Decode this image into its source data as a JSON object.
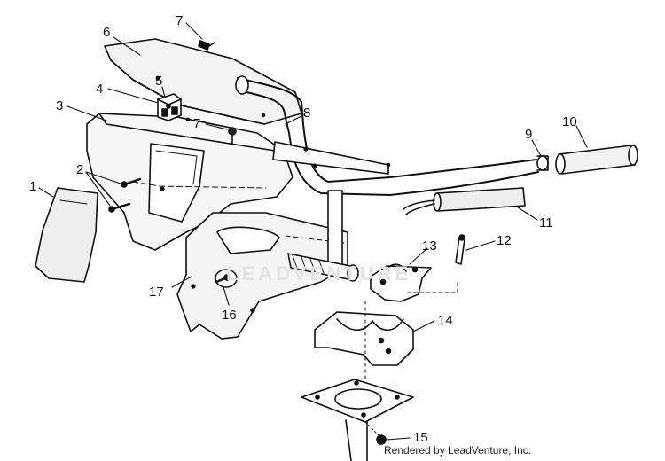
{
  "diagram": {
    "callouts": [
      {
        "id": "1",
        "label": "1"
      },
      {
        "id": "2",
        "label": "2"
      },
      {
        "id": "3",
        "label": "3"
      },
      {
        "id": "4",
        "label": "4"
      },
      {
        "id": "5",
        "label": "5"
      },
      {
        "id": "6",
        "label": "6"
      },
      {
        "id": "7a",
        "label": "7"
      },
      {
        "id": "7b",
        "label": "7"
      },
      {
        "id": "8",
        "label": "8"
      },
      {
        "id": "9",
        "label": "9"
      },
      {
        "id": "10",
        "label": "10"
      },
      {
        "id": "11",
        "label": "11"
      },
      {
        "id": "12",
        "label": "12"
      },
      {
        "id": "13",
        "label": "13"
      },
      {
        "id": "14",
        "label": "14"
      },
      {
        "id": "15",
        "label": "15"
      },
      {
        "id": "16",
        "label": "16"
      },
      {
        "id": "17",
        "label": "17"
      }
    ],
    "watermark": "LEADVENTURE",
    "credit": "Rendered by LeadVenture, Inc."
  }
}
